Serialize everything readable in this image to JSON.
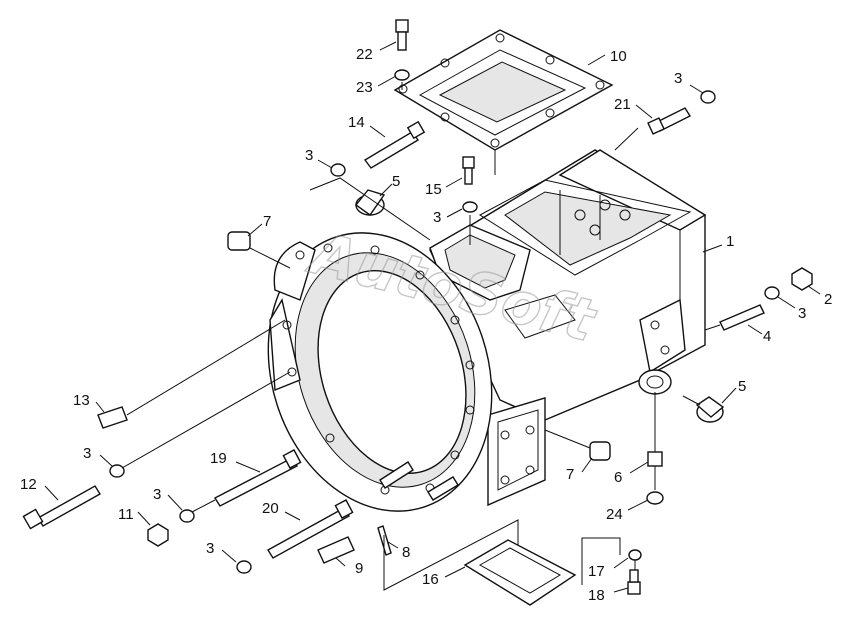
{
  "watermark": "AutoSoft",
  "callouts": [
    {
      "id": "c1",
      "text": "1"
    },
    {
      "id": "c2",
      "text": "2"
    },
    {
      "id": "c3a",
      "text": "3"
    },
    {
      "id": "c3b",
      "text": "3"
    },
    {
      "id": "c3c",
      "text": "3"
    },
    {
      "id": "c3d",
      "text": "3"
    },
    {
      "id": "c3e",
      "text": "3"
    },
    {
      "id": "c3f",
      "text": "3"
    },
    {
      "id": "c3g",
      "text": "3"
    },
    {
      "id": "c4",
      "text": "4"
    },
    {
      "id": "c5a",
      "text": "5"
    },
    {
      "id": "c5b",
      "text": "5"
    },
    {
      "id": "c6",
      "text": "6"
    },
    {
      "id": "c7a",
      "text": "7"
    },
    {
      "id": "c7b",
      "text": "7"
    },
    {
      "id": "c8",
      "text": "8"
    },
    {
      "id": "c9",
      "text": "9"
    },
    {
      "id": "c10",
      "text": "10"
    },
    {
      "id": "c11",
      "text": "11"
    },
    {
      "id": "c12",
      "text": "12"
    },
    {
      "id": "c13",
      "text": "13"
    },
    {
      "id": "c14",
      "text": "14"
    },
    {
      "id": "c15",
      "text": "15"
    },
    {
      "id": "c16",
      "text": "16"
    },
    {
      "id": "c17",
      "text": "17"
    },
    {
      "id": "c18",
      "text": "18"
    },
    {
      "id": "c19",
      "text": "19"
    },
    {
      "id": "c20",
      "text": "20"
    },
    {
      "id": "c21",
      "text": "21"
    },
    {
      "id": "c22",
      "text": "22"
    },
    {
      "id": "c23",
      "text": "23"
    },
    {
      "id": "c24",
      "text": "24"
    }
  ]
}
